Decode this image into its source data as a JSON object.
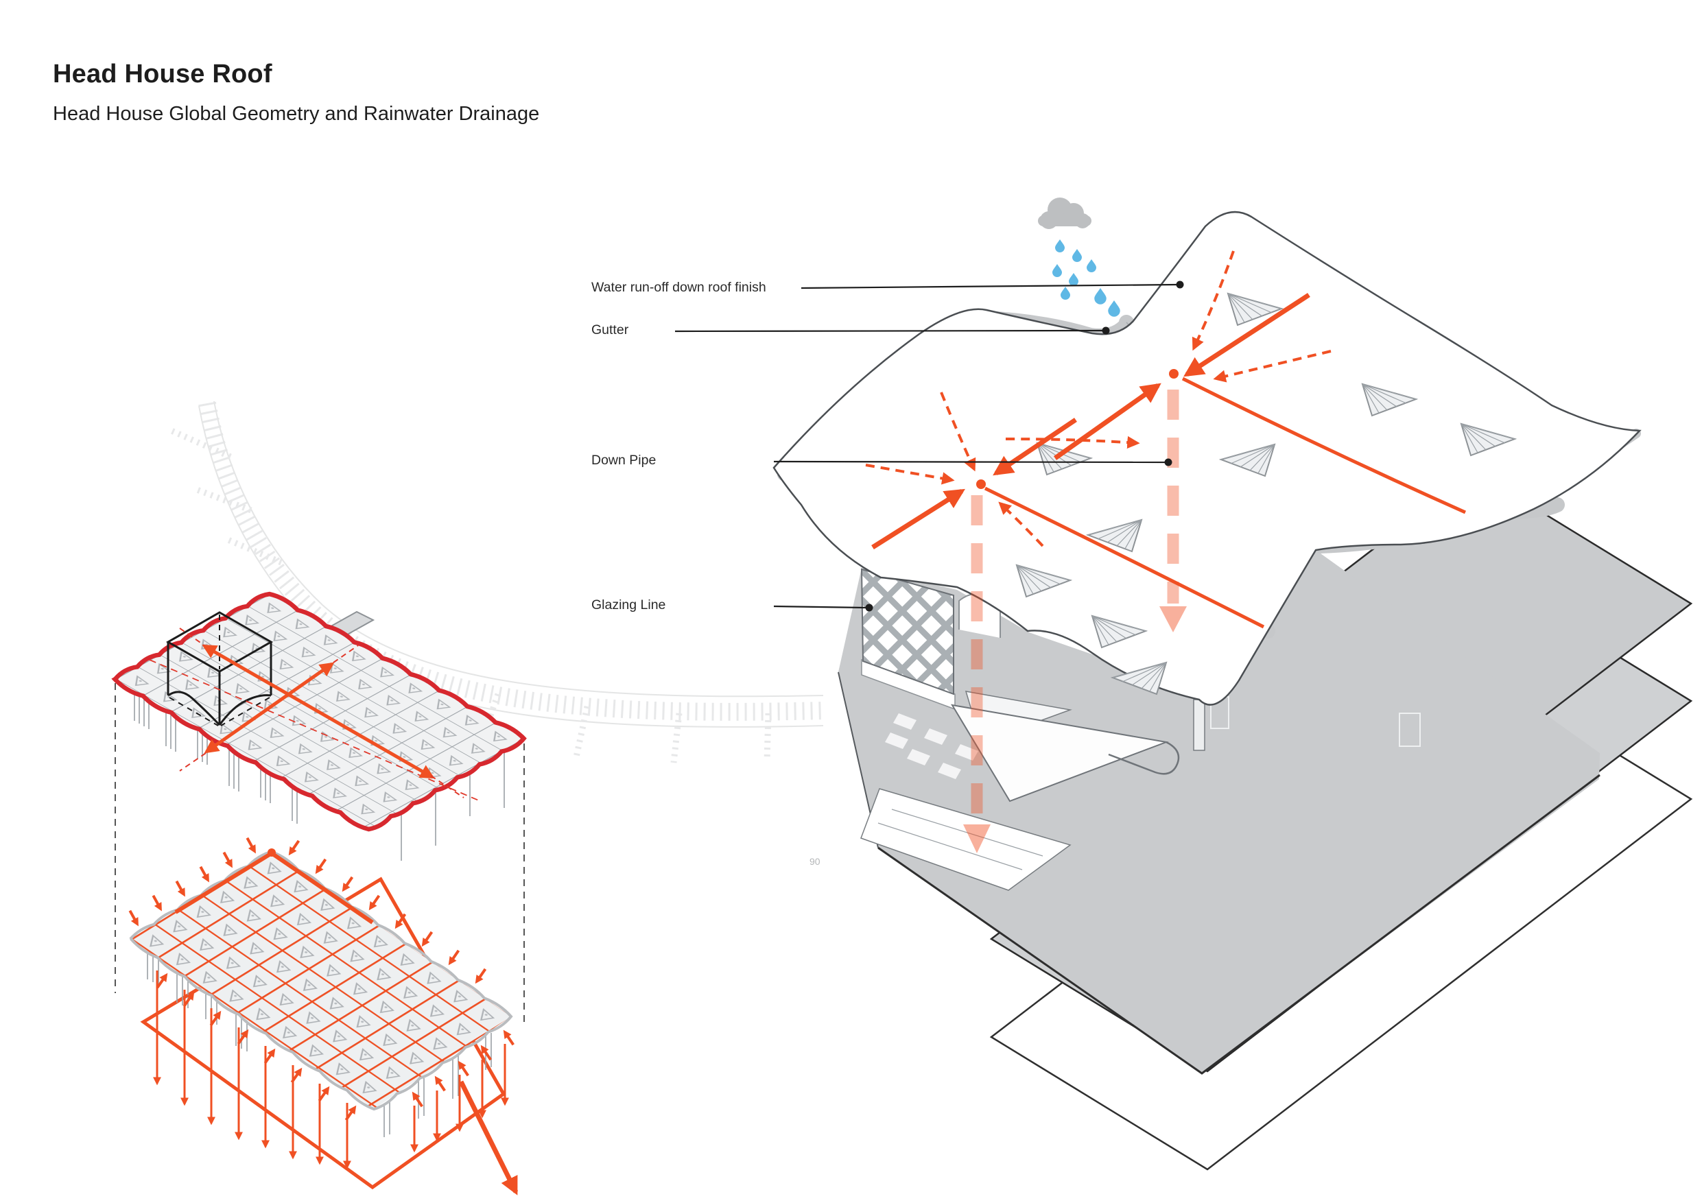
{
  "page": {
    "title": "Head House Roof",
    "subtitle": "Head House Global Geometry and Rainwater Drainage",
    "corner_mark": "90"
  },
  "annotations": [
    {
      "id": "water-runoff",
      "label": "Water run-off down roof finish"
    },
    {
      "id": "gutter",
      "label": "Gutter"
    },
    {
      "id": "down-pipe",
      "label": "Down Pipe"
    },
    {
      "id": "glazing-line",
      "label": "Glazing Line"
    }
  ],
  "icons": [
    {
      "name": "rain-cloud-icon"
    },
    {
      "name": "raindrop-icon"
    }
  ],
  "colors": {
    "drainage_orange": "#F05023",
    "roof_outline_red": "#D7282E",
    "downpipe_pink": "rgba(240,80,35,0.4)",
    "rain_blue": "#5FB8E5",
    "cloud_gray": "#BDBFC1",
    "building_mass_gray": "#C9CBCD",
    "drawing_line_gray": "#8D9296",
    "ink": "#1D1D1D"
  }
}
